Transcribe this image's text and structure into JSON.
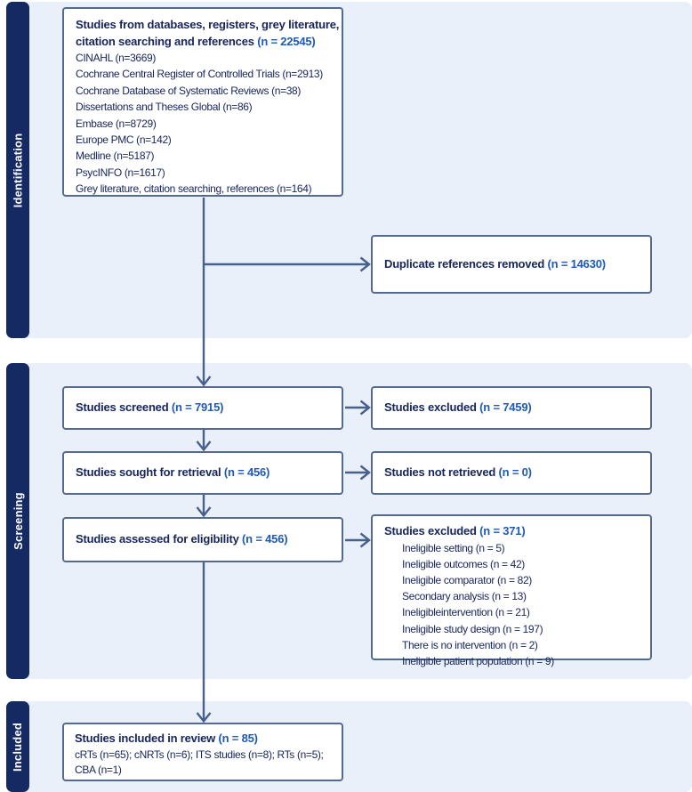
{
  "colors": {
    "section_bg": "#e9f0fa",
    "bar_bg": "#152a63",
    "box_border": "#546a8f",
    "box_bg": "#ffffff",
    "text_dark": "#16255c",
    "text_blue": "#1f5ab5",
    "arrow": "#47618c",
    "page_bg": "#ffffff"
  },
  "sections": [
    {
      "label": "Identification"
    },
    {
      "label": "Screening"
    },
    {
      "label": "Included"
    }
  ],
  "boxes": {
    "identification": {
      "title_line1": "Studies from databases, registers, grey literature,",
      "title_line2": "citation searching and references",
      "n": "(n = 22545)",
      "lines": [
        "CINAHL (n=3669)",
        "Cochrane Central Register of Controlled Trials (n=2913)",
        "Cochrane Database of Systematic Reviews (n=38)",
        "Dissertations and Theses Global (n=86)",
        "Embase (n=8729)",
        "Europe PMC (n=142)",
        "Medline (n=5187)",
        "PsycINFO (n=1617)",
        "Grey literature, citation searching, references (n=164)"
      ]
    },
    "duplicates_removed": {
      "title": "Duplicate references removed",
      "n": "(n = 14630)"
    },
    "screened": {
      "title": "Studies screened",
      "n": "(n = 7915)"
    },
    "excluded_screening": {
      "title": "Studies excluded",
      "n": "(n = 7459)"
    },
    "sought_retrieval": {
      "title": "Studies sought for retrieval",
      "n": "(n = 456)"
    },
    "not_retrieved": {
      "title": "Studies not retrieved",
      "n": "(n = 0)"
    },
    "assessed_eligibility": {
      "title": "Studies assessed for eligibility",
      "n": "(n = 456)"
    },
    "excluded_eligibility": {
      "title": "Studies excluded",
      "n": "(n = 371)",
      "lines": [
        "Ineligible setting (n = 5)",
        "Ineligible outcomes (n = 42)",
        "Ineligible comparator (n = 82)",
        "Secondary analysis (n = 13)",
        "Ineligibleintervention (n = 21)",
        "Ineligible study design (n = 197)",
        "There is no intervention (n = 2)",
        "Ineligible patient population (n = 9)"
      ]
    },
    "included": {
      "title": "Studies included in review",
      "n": "(n = 85)",
      "lines": [
        "cRTs (n=65);  cNRTs (n=6); ITS studies (n=8); RTs (n=5);",
        "CBA (n=1)"
      ]
    }
  }
}
